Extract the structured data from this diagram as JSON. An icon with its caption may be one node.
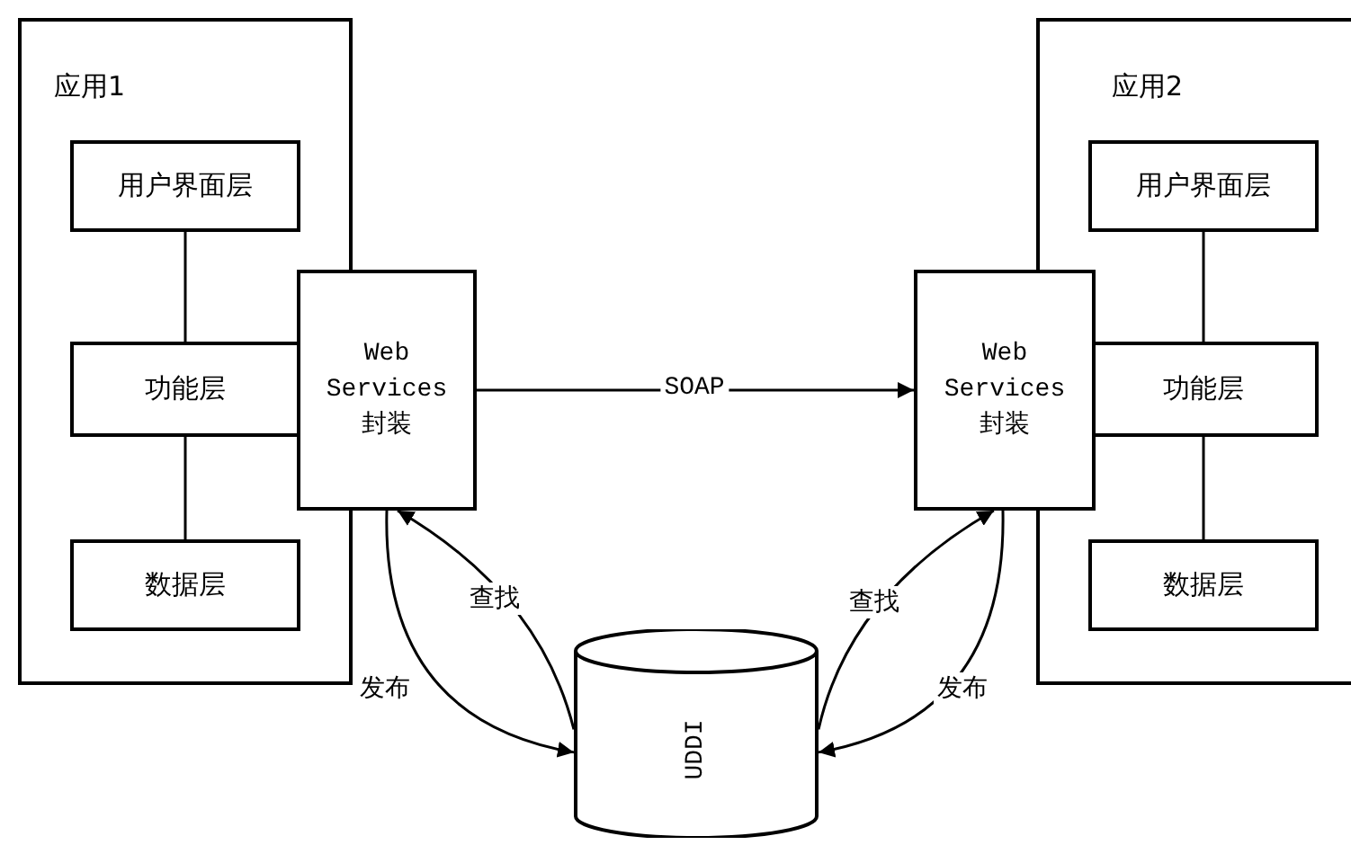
{
  "diagram": {
    "nodes": [
      {
        "text": [
          "应用1"
        ]
      },
      {
        "text": [
          "用户界面层"
        ],
        "in": 0
      },
      {
        "text": [
          "功能层"
        ],
        "in": 0
      },
      {
        "text": [
          "数据层"
        ],
        "in": 0
      },
      {
        "text": [
          "Web Services 封装"
        ]
      },
      {
        "text": [
          "应用2"
        ]
      },
      {
        "text": [
          "用户界面层"
        ],
        "in": 5
      },
      {
        "text": [
          "功能层"
        ],
        "in": 5
      },
      {
        "text": [
          "数据层"
        ],
        "in": 5
      },
      {
        "text": [
          "Web Services 封装"
        ]
      },
      {
        "text": [
          "UDDI"
        ]
      }
    ],
    "edges": [
      {
        "from": 1,
        "to": 2,
        "arrow": "none"
      },
      {
        "from": 2,
        "to": 3,
        "arrow": "none"
      },
      {
        "from": 6,
        "to": 7,
        "arrow": "none"
      },
      {
        "from": 7,
        "to": 8,
        "arrow": "none"
      },
      {
        "from": 4,
        "to": 9,
        "arrow": "to",
        "label": "SOAP"
      },
      {
        "from": 10,
        "to": 4,
        "arrow": "to",
        "label": "查找"
      },
      {
        "from": 4,
        "to": 10,
        "arrow": "to",
        "label": "发布"
      },
      {
        "from": 10,
        "to": 9,
        "arrow": "to",
        "label": "查找"
      },
      {
        "from": 9,
        "to": 10,
        "arrow": "to",
        "label": "发布"
      }
    ]
  }
}
